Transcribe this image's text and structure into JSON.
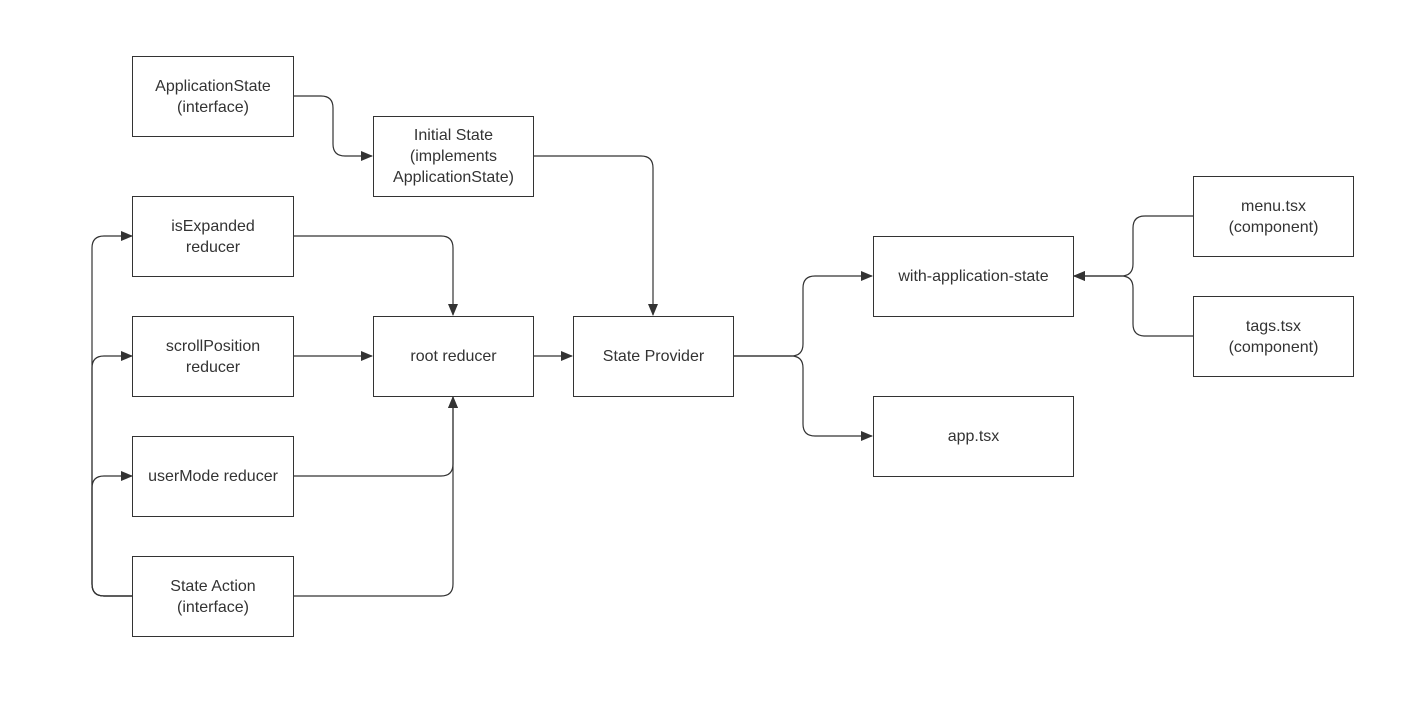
{
  "diagram": {
    "colors": {
      "stroke": "#333333",
      "text": "#333333",
      "background": "#ffffff"
    },
    "nodes": {
      "application_state": {
        "lines": [
          "ApplicationState",
          "(interface)"
        ]
      },
      "initial_state": {
        "lines": [
          "Initial State",
          "(implements",
          "ApplicationState)"
        ]
      },
      "is_expanded": {
        "lines": [
          "isExpanded",
          "reducer"
        ]
      },
      "scroll_position": {
        "lines": [
          "scrollPosition",
          "reducer"
        ]
      },
      "user_mode": {
        "lines": [
          "userMode reducer"
        ]
      },
      "state_action": {
        "lines": [
          "State Action",
          "(interface)"
        ]
      },
      "root_reducer": {
        "lines": [
          "root reducer"
        ]
      },
      "state_provider": {
        "lines": [
          "State Provider"
        ]
      },
      "with_application_state": {
        "lines": [
          "with-application-state"
        ]
      },
      "app_tsx": {
        "lines": [
          "app.tsx"
        ]
      },
      "menu_tsx": {
        "lines": [
          "menu.tsx",
          "(component)"
        ]
      },
      "tags_tsx": {
        "lines": [
          "tags.tsx",
          "(component)"
        ]
      }
    },
    "edges": [
      {
        "from": "application_state",
        "to": "initial_state"
      },
      {
        "from": "initial_state",
        "to": "state_provider"
      },
      {
        "from": "is_expanded",
        "to": "root_reducer"
      },
      {
        "from": "scroll_position",
        "to": "root_reducer"
      },
      {
        "from": "user_mode",
        "to": "root_reducer"
      },
      {
        "from": "state_action",
        "to": "root_reducer"
      },
      {
        "from": "state_action",
        "to": "is_expanded"
      },
      {
        "from": "state_action",
        "to": "scroll_position"
      },
      {
        "from": "state_action",
        "to": "user_mode"
      },
      {
        "from": "root_reducer",
        "to": "state_provider"
      },
      {
        "from": "state_provider",
        "to": "with_application_state"
      },
      {
        "from": "state_provider",
        "to": "app_tsx"
      },
      {
        "from": "menu_tsx",
        "to": "with_application_state"
      },
      {
        "from": "tags_tsx",
        "to": "with_application_state"
      }
    ]
  }
}
